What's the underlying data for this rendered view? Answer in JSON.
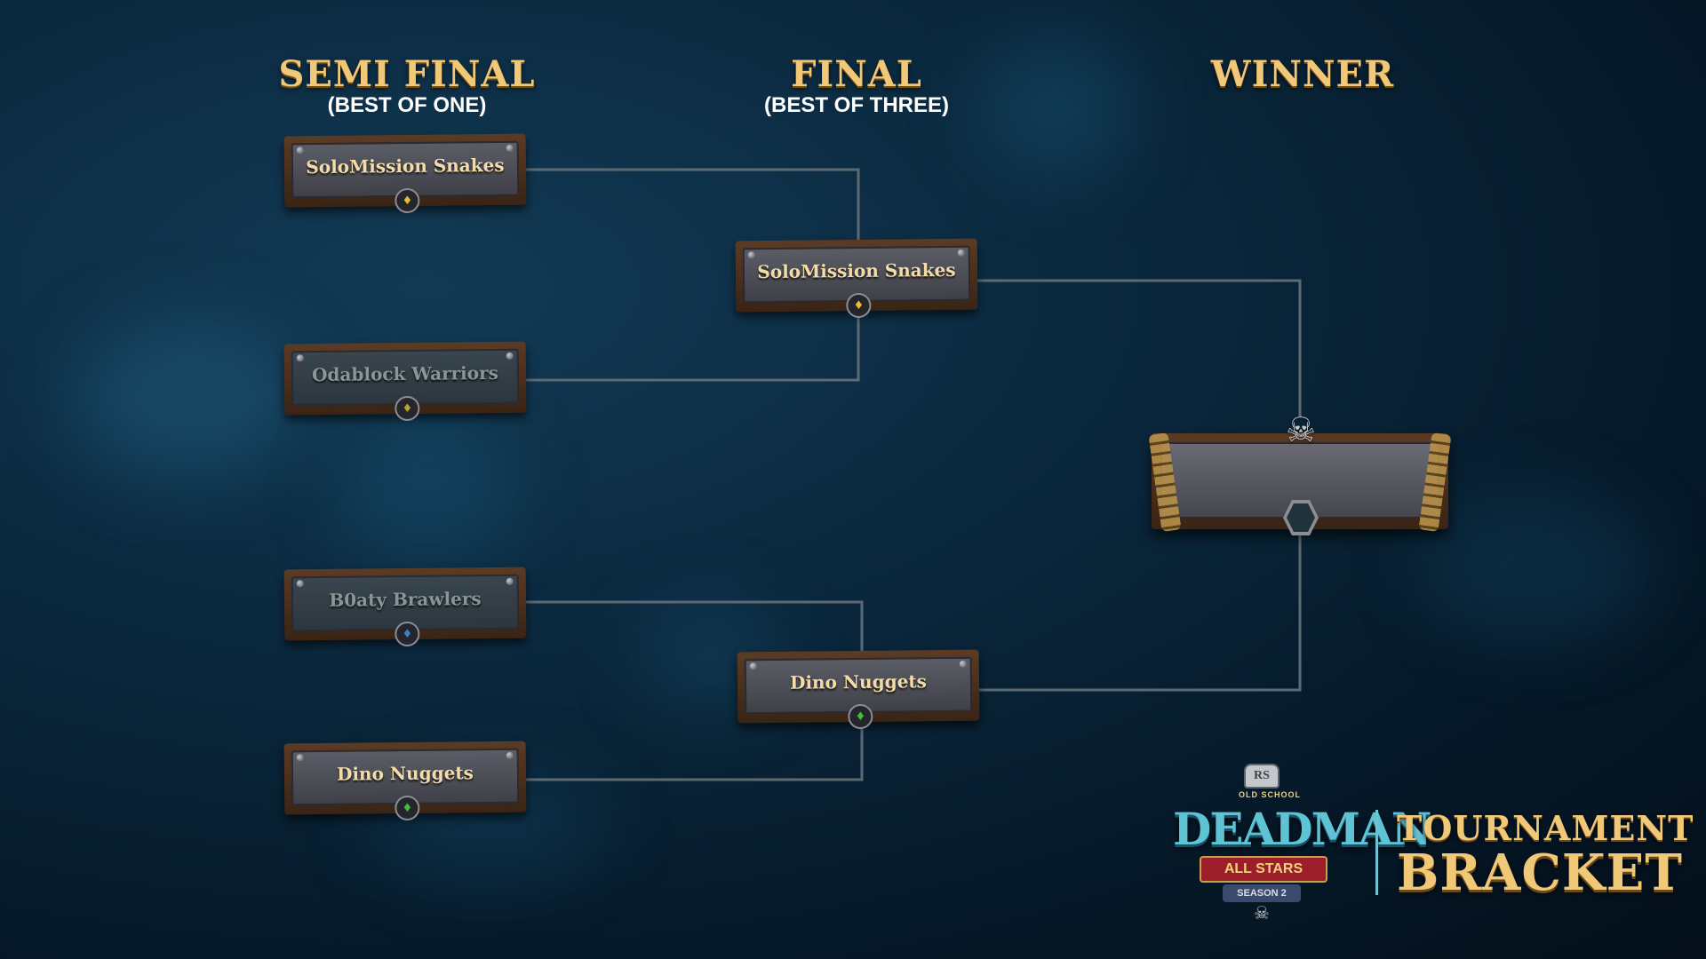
{
  "columns": {
    "semi": {
      "title": "SEMI FINAL",
      "subtitle": "(BEST OF ONE)"
    },
    "final": {
      "title": "FINAL",
      "subtitle": "(BEST OF THREE)"
    },
    "winner": {
      "title": "WINNER"
    }
  },
  "semi_final": [
    {
      "team": "SoloMission Snakes",
      "status": "advanced",
      "badge_color": "#e3c02a"
    },
    {
      "team": "Odablock Warriors",
      "status": "eliminated",
      "badge_color": "#b8a42a"
    },
    {
      "team": "B0aty Brawlers",
      "status": "eliminated",
      "badge_color": "#3a7fd0"
    },
    {
      "team": "Dino Nuggets",
      "status": "advanced",
      "badge_color": "#3fbf3a"
    }
  ],
  "final": [
    {
      "team": "SoloMission Snakes",
      "badge_color": "#e3c02a"
    },
    {
      "team": "Dino Nuggets",
      "badge_color": "#3fbf3a"
    }
  ],
  "winner": {
    "team": ""
  },
  "logo": {
    "rs": "RS",
    "small": "OLD SCHOOL",
    "main": "DEADMAN",
    "banner": "ALL STARS",
    "season": "SEASON 2"
  },
  "tournament": {
    "line1": "TOURNAMENT",
    "line2": "BRACKET"
  },
  "colors": {
    "gold_title": "#f0c878",
    "connector": "#5c6a73",
    "accent": "#6fc3d3"
  }
}
